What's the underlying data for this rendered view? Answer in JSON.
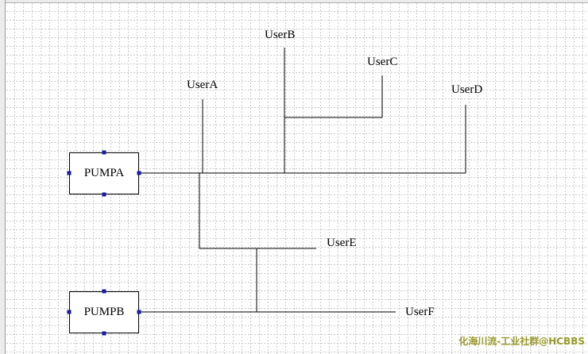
{
  "diagram": {
    "pumps": {
      "pump_a": "PUMPA",
      "pump_b": "PUMPB"
    },
    "users": {
      "user_a": "UserA",
      "user_b": "UserB",
      "user_c": "UserC",
      "user_d": "UserD",
      "user_e": "UserE",
      "user_f": "UserF"
    }
  },
  "watermark": "化海川流-工业社群@HCBBS",
  "colors": {
    "background": "#ffffff",
    "grid": "#c9c9c9",
    "pipe": "#000000",
    "selection_handle": "#1a1aa8",
    "watermark": "#9a9a2a"
  }
}
